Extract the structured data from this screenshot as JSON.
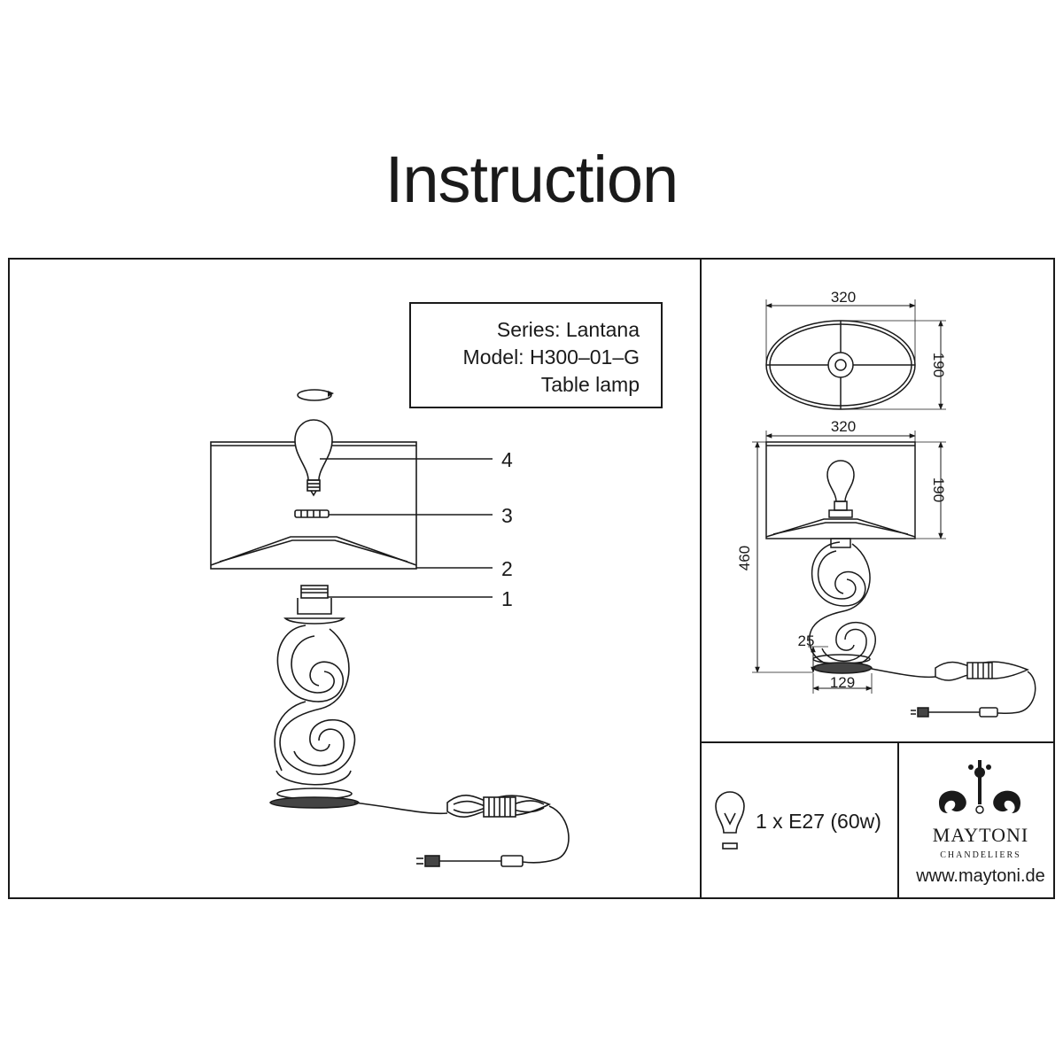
{
  "title": "Instruction",
  "info": {
    "series": "Series: Lantana",
    "model": "Model: H300–01–G",
    "type": "Table lamp"
  },
  "callouts": [
    "4",
    "3",
    "2",
    "1"
  ],
  "dimensions": {
    "top_width": "320",
    "top_depth": "190",
    "side_width": "320",
    "shade_height": "190",
    "total_height": "460",
    "base_height": "25",
    "base_width": "129"
  },
  "bulb": "1 x E27 (60w)",
  "brand": {
    "name": "MAYTONI",
    "subtitle": "CHANDELIERS",
    "website": "www.maytoni.de"
  },
  "icons": [
    "rotate-arrow-icon",
    "light-bulb-icon",
    "maytoni-logo-icon"
  ]
}
